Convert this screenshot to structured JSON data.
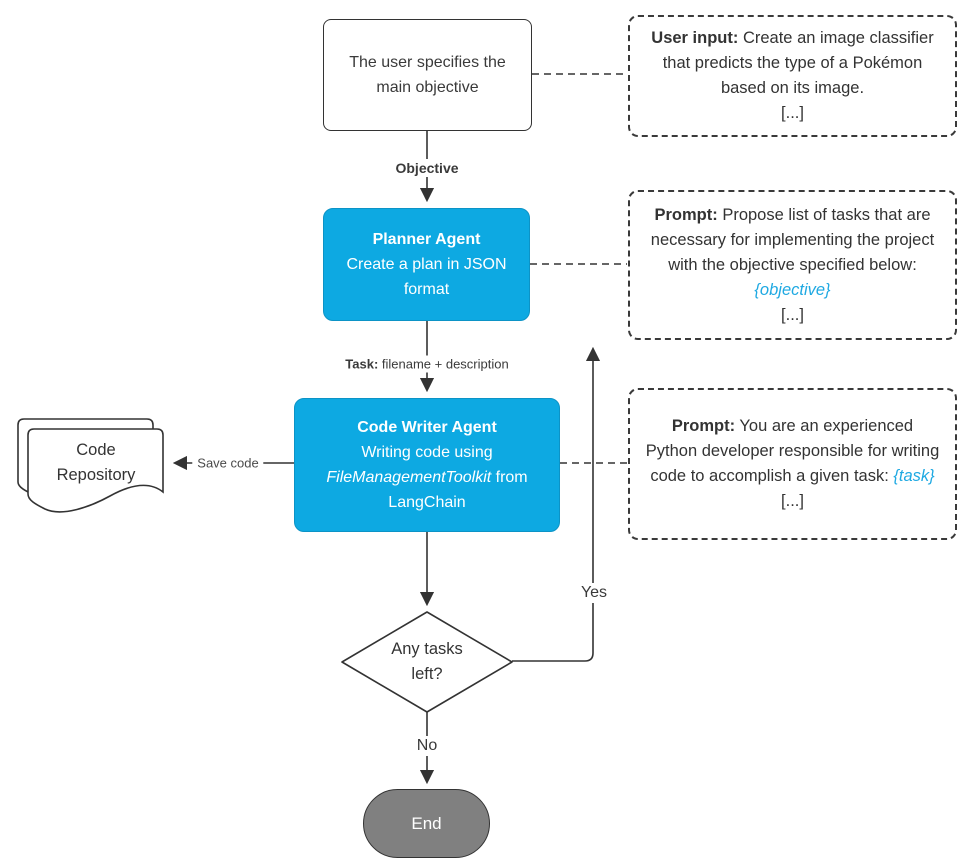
{
  "colors": {
    "accent_blue": "#0DA9E2",
    "token_blue": "#1FA9E2",
    "end_gray": "#808080",
    "line_dark": "#333333"
  },
  "nodes": {
    "user_objective": {
      "text": "The user specifies the main objective"
    },
    "planner": {
      "title": "Planner Agent",
      "subtitle": "Create a plan in JSON format"
    },
    "code_writer": {
      "title": "Code Writer Agent",
      "body_pre": "Writing code using ",
      "body_italic": "FileManagementToolkit",
      "body_post": " from LangChain"
    },
    "code_repository": {
      "text": "Code Repository"
    },
    "decision": {
      "text": "Any tasks left?"
    },
    "end": {
      "label": "End"
    }
  },
  "edges": {
    "objective_label": "Objective",
    "task_label_bold": "Task:",
    "task_label_rest": " filename + description",
    "save_code_label": "Save code",
    "yes_label": "Yes",
    "no_label": "No"
  },
  "annotations": [
    {
      "prefix": "User input:",
      "body": " Create an image classifier that predicts the type of a Pokémon based on its image.",
      "token": "",
      "suffix": "[...]"
    },
    {
      "prefix": "Prompt:",
      "body": " Propose list of tasks that are necessary for implementing the project with the objective specified below: ",
      "token": "{objective}",
      "suffix": "[...]"
    },
    {
      "prefix": "Prompt:",
      "body": " You are an experienced Python developer responsible for writing code to accomplish a given task: ",
      "token": "{task}",
      "suffix": "[...]"
    }
  ]
}
